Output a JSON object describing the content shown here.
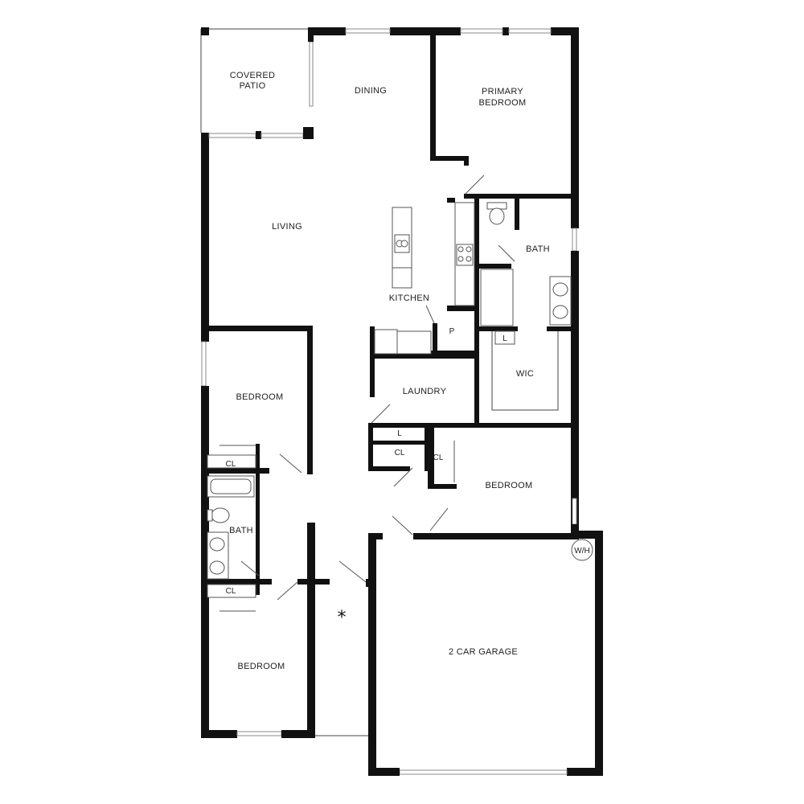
{
  "rooms": {
    "covered_patio_line1": "COVERED",
    "covered_patio_line2": "PATIO",
    "dining": "DINING",
    "primary_bedroom_line1": "PRIMARY",
    "primary_bedroom_line2": "BEDROOM",
    "living": "LIVING",
    "kitchen": "KITCHEN",
    "pantry": "P",
    "bath_primary": "BATH",
    "linen_primary": "L",
    "wic": "WIC",
    "laundry": "LAUNDRY",
    "bedroom_left": "BEDROOM",
    "closet_left": "CL",
    "bath_hall": "BATH",
    "closet_left_lower": "CL",
    "bedroom_bottom": "BEDROOM",
    "linen_hall": "L",
    "closet_hall": "CL",
    "closet_right": "CL",
    "bedroom_right": "BEDROOM",
    "water_heater": "W/H",
    "garage": "2 CAR GARAGE",
    "entry_marker": "*"
  }
}
